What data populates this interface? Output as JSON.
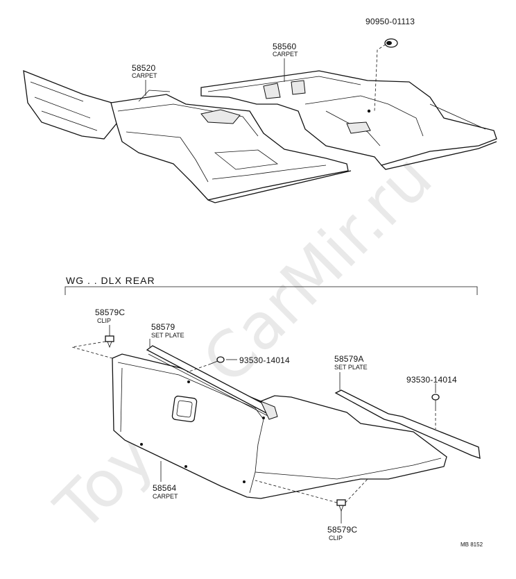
{
  "parts": {
    "p90950": {
      "number": "90950-01113"
    },
    "p58560": {
      "number": "58560",
      "name": "CARPET"
    },
    "p58520": {
      "number": "58520",
      "name": "CARPET"
    },
    "p58579C_top": {
      "number": "58579C",
      "name": "CLIP"
    },
    "p58579": {
      "number": "58579",
      "name": "SET PLATE"
    },
    "p93530_a": {
      "number": "93530-14014"
    },
    "p58579A": {
      "number": "58579A",
      "name": "SET PLATE"
    },
    "p93530_b": {
      "number": "93530-14014"
    },
    "p58564": {
      "number": "58564",
      "name": "CARPET"
    },
    "p58579C_bottom": {
      "number": "58579C",
      "name": "CLIP"
    }
  },
  "section": {
    "header": "WG . . DLX     REAR"
  },
  "footer": {
    "code": "MB  8152"
  },
  "watermark": {
    "text": "ToyotaCarMir.ru"
  }
}
